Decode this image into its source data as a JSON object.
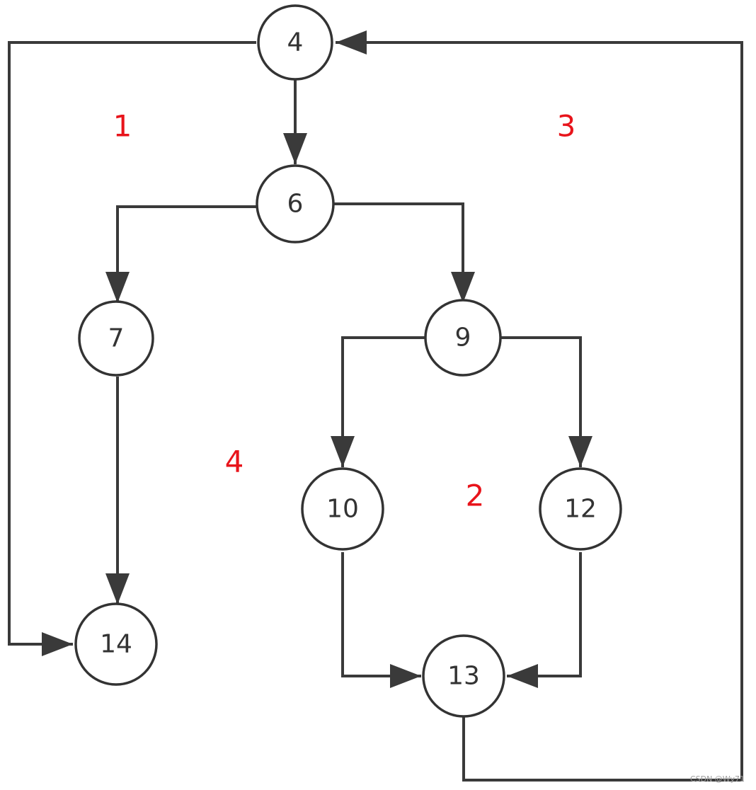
{
  "colors": {
    "edge": "#3a3a3a",
    "node_stroke": "#333333",
    "node_text": "#333333",
    "region_text": "#e8141b"
  },
  "nodes": {
    "n4": "4",
    "n6": "6",
    "n7": "7",
    "n9": "9",
    "n10": "10",
    "n12": "12",
    "n13": "13",
    "n14": "14"
  },
  "regions": {
    "r1": "1",
    "r2": "2",
    "r3": "3",
    "r4": "4"
  },
  "edges": [
    {
      "from": "4",
      "to": "6"
    },
    {
      "from": "4",
      "to": "14"
    },
    {
      "from": "6",
      "to": "7"
    },
    {
      "from": "6",
      "to": "9"
    },
    {
      "from": "7",
      "to": "14"
    },
    {
      "from": "9",
      "to": "10"
    },
    {
      "from": "9",
      "to": "12"
    },
    {
      "from": "10",
      "to": "13"
    },
    {
      "from": "12",
      "to": "13"
    },
    {
      "from": "13",
      "to": "4"
    }
  ],
  "watermark": "CSDN @Wy71"
}
